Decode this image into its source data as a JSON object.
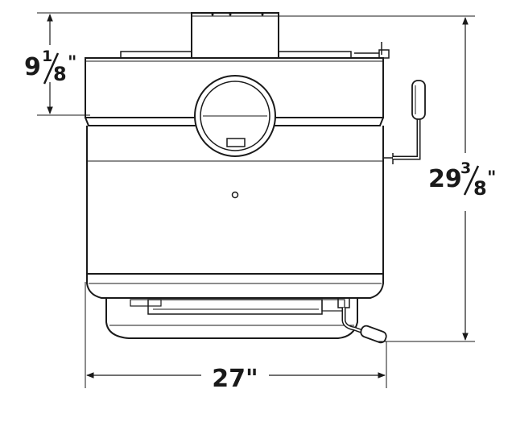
{
  "dimensions": {
    "top_section_height": {
      "whole": "9",
      "num": "1",
      "den": "8",
      "unit": "\""
    },
    "overall_height": {
      "whole": "29",
      "num": "3",
      "den": "8",
      "unit": "\""
    },
    "overall_width": {
      "text": "27\""
    }
  },
  "colors": {
    "line": "#1a1a1a",
    "background": "#ffffff"
  }
}
